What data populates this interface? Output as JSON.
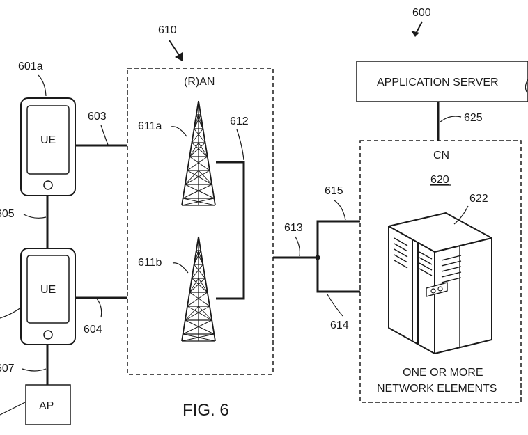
{
  "figure": {
    "ref_overall": "600",
    "caption": "FIG. 6"
  },
  "ran": {
    "ref": "610",
    "title": "(R)AN",
    "tower_a_ref": "611a",
    "tower_b_ref": "611b",
    "backhaul_ref": "612"
  },
  "ue1": {
    "ref": "601a",
    "label": "UE",
    "link_ref": "603"
  },
  "ue2": {
    "label": "UE",
    "link_ref": "604"
  },
  "links": {
    "sidelink_ref": "605",
    "ap_link_ref": "607",
    "ran_cn_ref": "613",
    "cn_upper_ref": "615",
    "cn_lower_ref": "614",
    "app_cn_ref": "625"
  },
  "ap": {
    "label": "AP"
  },
  "app_server": {
    "label": "APPLICATION SERVER"
  },
  "cn": {
    "title": "CN",
    "ref": "620",
    "element_ref": "622",
    "elements_line1": "ONE OR MORE",
    "elements_line2": "NETWORK ELEMENTS"
  }
}
